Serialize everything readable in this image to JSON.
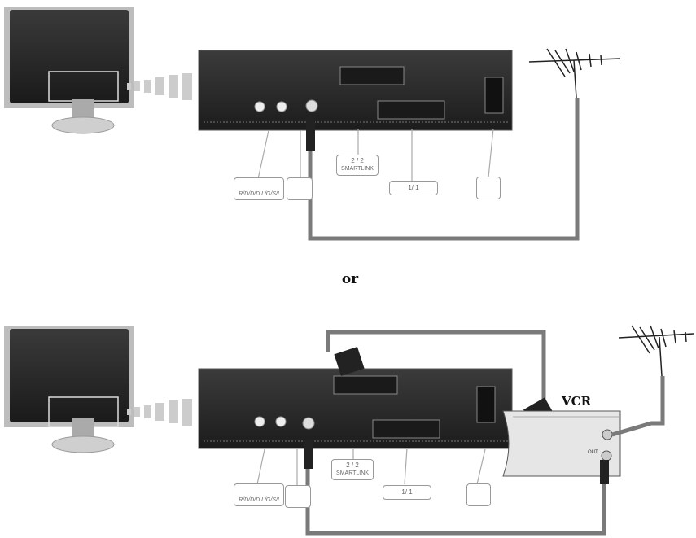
{
  "separator": {
    "text": "or"
  },
  "vcr": {
    "label": "VCR",
    "out_label": "OUT"
  },
  "connectors": {
    "audio": "R/D/D/D  L/G/S/I",
    "scart2_top": "2 / 2",
    "scart2_bottom": "SMARTLINK",
    "scart1": "1/ 1"
  },
  "colors": {
    "cable": "#7a7a7a",
    "panel": "#2b2b2b",
    "label_border": "#999999"
  }
}
